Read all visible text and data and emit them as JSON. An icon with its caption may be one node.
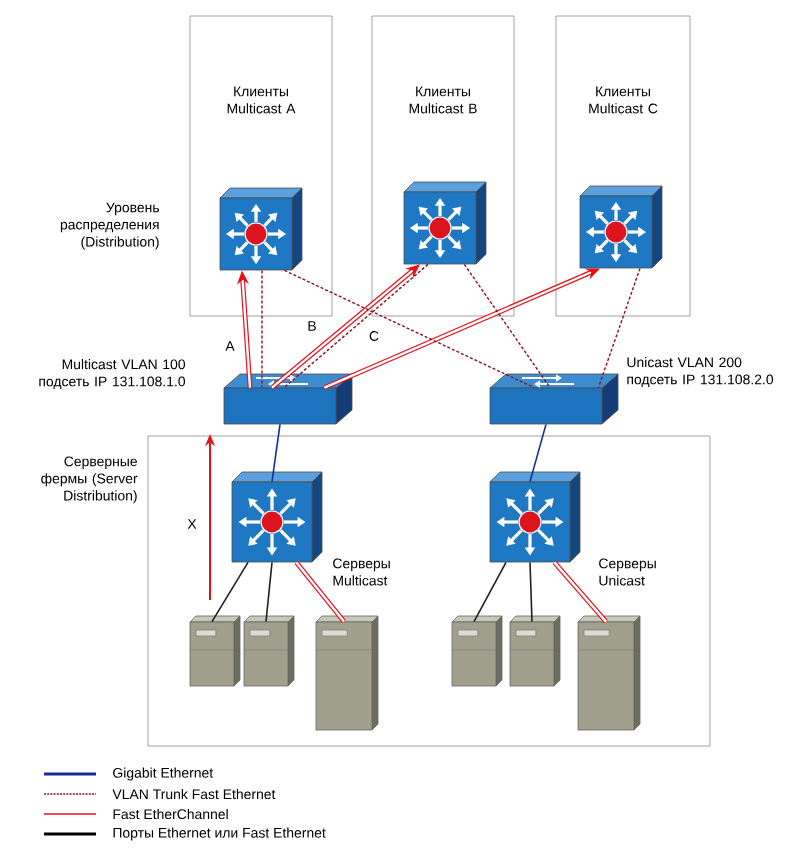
{
  "diagram": {
    "nodes": [
      {
        "text": [
          "Клиенты Multicast A"
        ]
      },
      {
        "text": [
          "Клиенты Multicast B"
        ]
      },
      {
        "text": [
          "Клиенты Multicast C"
        ]
      },
      {
        "text": [],
        "shape": "switch",
        "in": 0
      },
      {
        "text": [],
        "shape": "switch",
        "in": 1
      },
      {
        "text": [],
        "shape": "switch",
        "in": 2
      },
      {
        "text": [],
        "shape": "switch",
        "beside": [
          "Multicast VLAN 100 подсеть IP 131.108.1.0"
        ]
      },
      {
        "text": [],
        "shape": "switch",
        "beside": [
          "Unicast VLAN 200 подсеть IP 131.108.2.0"
        ]
      },
      {
        "text": [
          "Серверные фермы (Server Distribution)"
        ]
      },
      {
        "text": [],
        "shape": "switch",
        "in": 8,
        "beside": [
          "Серверы Multicast"
        ]
      },
      {
        "text": [],
        "shape": "switch",
        "in": 8,
        "beside": [
          "Серверы Unicast"
        ]
      },
      {
        "text": [],
        "shape": "server",
        "in": 8
      },
      {
        "text": [],
        "shape": "server",
        "in": 8
      },
      {
        "text": [],
        "shape": "server",
        "in": 8
      },
      {
        "text": [],
        "shape": "server",
        "in": 8
      },
      {
        "text": [],
        "shape": "server",
        "in": 8
      },
      {
        "text": [],
        "shape": "server",
        "in": 8
      }
    ],
    "edges": [
      {
        "from": 6,
        "to": 3,
        "arrow": "to",
        "label": "A",
        "style": "thick",
        "color": "#e8101c"
      },
      {
        "from": 6,
        "to": 4,
        "arrow": "to",
        "label": "B",
        "style": "thick",
        "color": "#e8101c"
      },
      {
        "from": 6,
        "to": 5,
        "arrow": "to",
        "label": "C",
        "style": "thick",
        "color": "#e8101c"
      },
      {
        "from": 3,
        "to": 6,
        "arrow": "none",
        "style": "dashed",
        "color": "#8a1020"
      },
      {
        "from": 3,
        "to": 7,
        "arrow": "none",
        "style": "dashed",
        "color": "#8a1020"
      },
      {
        "from": 4,
        "to": 6,
        "arrow": "none",
        "style": "dashed",
        "color": "#8a1020"
      },
      {
        "from": 4,
        "to": 7,
        "arrow": "none",
        "style": "dashed",
        "color": "#8a1020"
      },
      {
        "from": 5,
        "to": 7,
        "arrow": "none",
        "style": "dashed",
        "color": "#8a1020"
      },
      {
        "from": 6,
        "to": 9,
        "arrow": "none",
        "color": "#1a2a9a"
      },
      {
        "from": 7,
        "to": 10,
        "arrow": "none",
        "color": "#1a2a9a"
      },
      {
        "from": 9,
        "to": 11,
        "arrow": "none",
        "color": "#202020"
      },
      {
        "from": 9,
        "to": 12,
        "arrow": "none",
        "color": "#202020"
      },
      {
        "from": 9,
        "to": 13,
        "arrow": "none",
        "style": "thick",
        "color": "#e8101c"
      },
      {
        "from": 10,
        "to": 14,
        "arrow": "none",
        "color": "#202020"
      },
      {
        "from": 10,
        "to": 15,
        "arrow": "none",
        "color": "#202020"
      },
      {
        "from": 10,
        "to": 16,
        "arrow": "none",
        "style": "thick",
        "color": "#e8101c"
      }
    ],
    "labels": [
      "Уровень распределения (Distribution)",
      "X"
    ],
    "legend": [
      {
        "text": "Gigabit Ethernet"
      },
      {
        "text": "VLAN Trunk Fast Ethernet"
      },
      {
        "text": "Fast EtherChannel"
      },
      {
        "text": "Порты Ethernet или Fast Ethernet"
      }
    ]
  }
}
